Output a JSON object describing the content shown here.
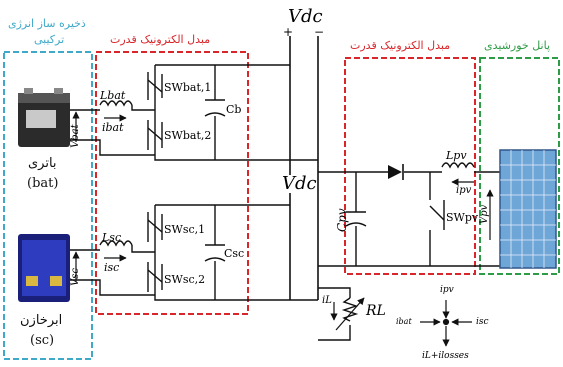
{
  "colors": {
    "storage_box": "#3fa9c9",
    "converter_box": "#d9262b",
    "panel_box": "#2e9c46",
    "wire": "#111111"
  },
  "icons": [
    "battery-icon",
    "supercapacitor-icon",
    "diode-icon",
    "resistor-icon",
    "solar-panel-icon"
  ],
  "storage": {
    "title_line1": "ذخیره ساز انرژی",
    "title_line2": "ترکیبی",
    "battery_label_fa": "باتری",
    "battery_label_en": "(bat)",
    "sc_label_fa": "ابرخازن",
    "sc_label_en": "(sc)"
  },
  "left_converter": {
    "title": "مبدل الکترونیک قدرت",
    "L_bat": "Lbat",
    "i_bat": "ibat",
    "V_bat": "Vbat",
    "sw_bat1": "SWbat,1",
    "sw_bat2": "SWbat,2",
    "cb": "Cb",
    "L_sc": "Lsc",
    "i_sc": "isc",
    "V_sc": "Vsc",
    "sw_sc1": "SWsc,1",
    "sw_sc2": "SWsc,2",
    "csc": "Csc"
  },
  "bus": {
    "vdc_top": "Vdc",
    "vdc_mid": "Vdc",
    "plus": "+",
    "minus": "−"
  },
  "right_converter": {
    "title": "مبدل الکترونیک قدرت",
    "cpv": "Cpv",
    "swpv": "SWpv",
    "lpv": "Lpv",
    "ipv": "ipv"
  },
  "pv_panel": {
    "title": "پانل خورشیدی",
    "vpv": "Vpv"
  },
  "load": {
    "il": "iL",
    "rl": "RL"
  },
  "node": {
    "ipv": "ipv",
    "ibat": "ibat",
    "isc": "isc",
    "il_losses": "iL+ilosses"
  }
}
